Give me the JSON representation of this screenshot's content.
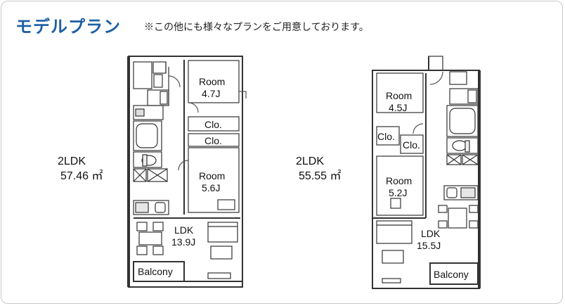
{
  "header": {
    "title": "モデルプラン",
    "note": "※この他にも様々なプランをご用意しております。"
  },
  "plans": [
    {
      "type": "2LDK",
      "area": "57.46 ㎡",
      "rooms": {
        "room1": [
          "Room",
          "4.7J"
        ],
        "clo1": "Clo.",
        "clo2": "Clo.",
        "room2": [
          "Room",
          "5.6J"
        ],
        "ldk": [
          "LDK",
          "13.9J"
        ],
        "balcony": "Balcony"
      }
    },
    {
      "type": "2LDK",
      "area": "55.55 ㎡",
      "rooms": {
        "room1": [
          "Room",
          "4.5J"
        ],
        "clo1": "Clo.",
        "clo2": "Clo.",
        "room2": [
          "Room",
          "5.2J"
        ],
        "ldk": [
          "LDK",
          "15.5J"
        ],
        "balcony": "Balcony"
      }
    }
  ]
}
